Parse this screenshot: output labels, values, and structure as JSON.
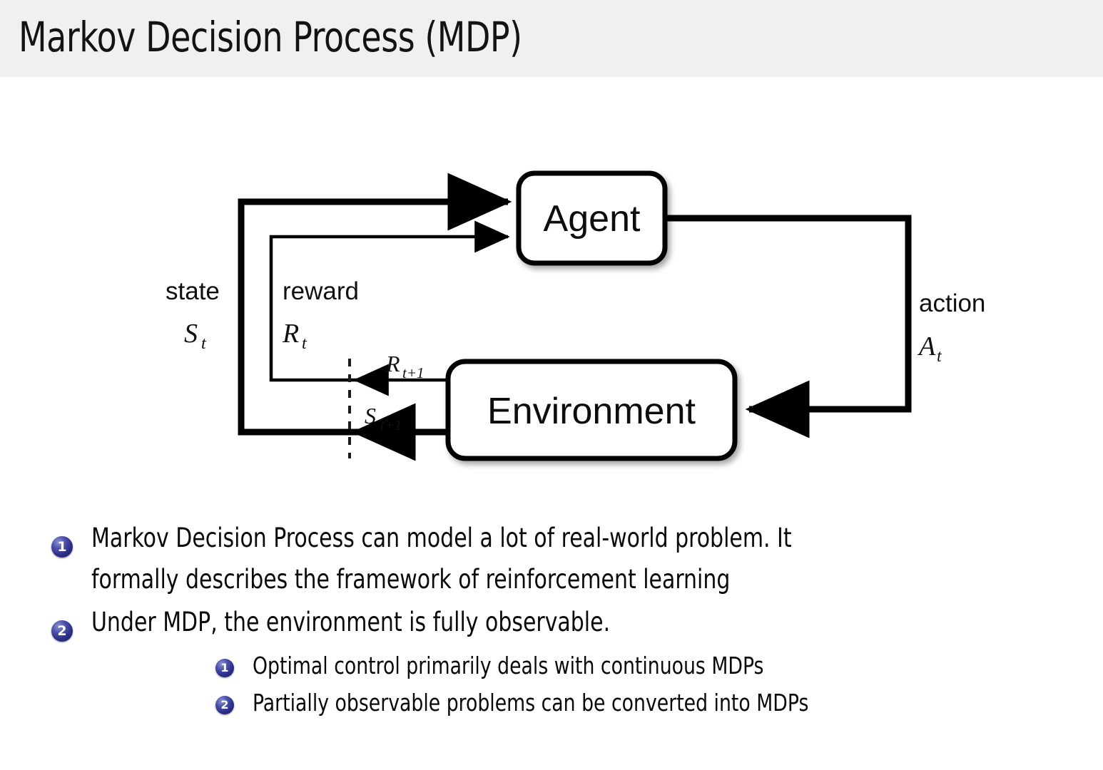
{
  "slide": {
    "title": "Markov Decision Process (MDP)",
    "title_bar_color": "#f0f0f0",
    "background_color": "#ffffff",
    "text_color": "#0a0a0a"
  },
  "diagram": {
    "name": "agent-environment-interaction-loop",
    "boxes": {
      "agent": "Agent",
      "environment": "Environment"
    },
    "labels": {
      "state_word": "state",
      "state_symbol": "S",
      "state_symbol_sub": "t",
      "reward_word": "reward",
      "reward_symbol": "R",
      "reward_symbol_sub": "t",
      "action_word": "action",
      "action_symbol": "A",
      "action_symbol_sub": "t",
      "reward_next_symbol": "R",
      "reward_next_sub": "t+1",
      "state_next_symbol": "S",
      "state_next_sub": "t+1"
    },
    "line_color": "#000000"
  },
  "bullets": {
    "badge_color": "#2b2f86",
    "level1": [
      {
        "number": "1",
        "lines": [
          "Markov Decision Process can model a lot of real-world problem. It",
          "formally describes the framework of reinforcement learning"
        ]
      },
      {
        "number": "2",
        "lines": [
          "Under MDP, the environment is fully observable."
        ],
        "sub": [
          {
            "number": "1",
            "text": "Optimal control primarily deals with continuous MDPs"
          },
          {
            "number": "2",
            "text": "Partially observable problems can be converted into MDPs"
          }
        ]
      }
    ]
  }
}
